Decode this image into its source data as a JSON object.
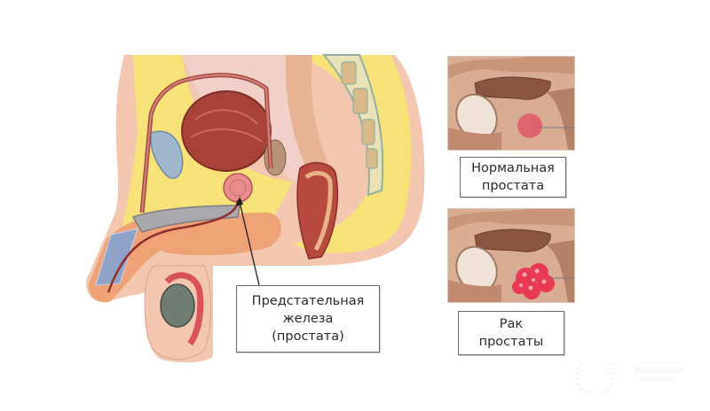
{
  "main_diagram": {
    "label_prostate": {
      "line1": "Предстательная",
      "line2": "железа",
      "line3": "(простата)"
    }
  },
  "insets": [
    {
      "id": "normal",
      "label_line1": "Нормальная",
      "label_line2": "простата",
      "prostate_color": "#e0566a"
    },
    {
      "id": "cancer",
      "label_line1": "Рак",
      "label_line2": "простаты",
      "prostate_color": "#e83a55"
    }
  ],
  "colors": {
    "skin": "#f3c6b0",
    "fat": "#f7e27a",
    "bladder": "#a9433a",
    "prostate": "#e98c8c",
    "tissue_inset": "#d9ad94"
  },
  "watermark": {
    "icon": "laurel-wreath-icon"
  }
}
